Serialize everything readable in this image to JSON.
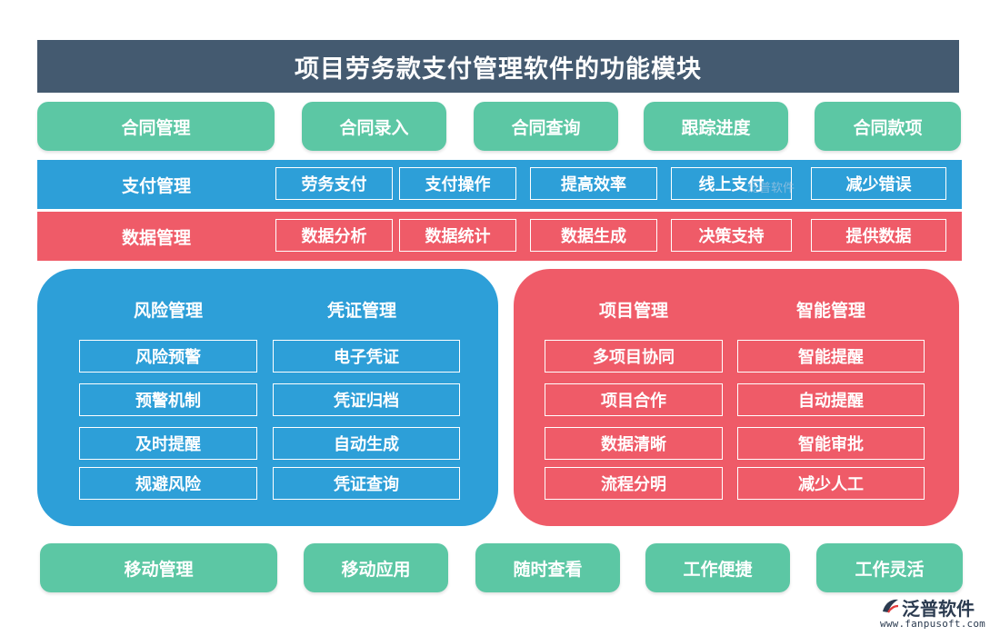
{
  "title": "项目劳务款支付管理软件的功能模块",
  "contract_row": [
    "合同管理",
    "合同录入",
    "合同查询",
    "跟踪进度",
    "合同款项"
  ],
  "payment": {
    "label": "支付管理",
    "items": [
      "劳务支付",
      "支付操作",
      "提高效率",
      "线上支付",
      "减少错误"
    ]
  },
  "data_mgmt": {
    "label": "数据管理",
    "items": [
      "数据分析",
      "数据统计",
      "数据生成",
      "决策支持",
      "提供数据"
    ]
  },
  "left_panel": {
    "col1": {
      "title": "风险管理",
      "items": [
        "风险预警",
        "预警机制",
        "及时提醒",
        "规避风险"
      ]
    },
    "col2": {
      "title": "凭证管理",
      "items": [
        "电子凭证",
        "凭证归档",
        "自动生成",
        "凭证查询"
      ]
    }
  },
  "right_panel": {
    "col1": {
      "title": "项目管理",
      "items": [
        "多项目协同",
        "项目合作",
        "数据清晰",
        "流程分明"
      ]
    },
    "col2": {
      "title": "智能管理",
      "items": [
        "智能提醒",
        "自动提醒",
        "智能审批",
        "减少人工"
      ]
    }
  },
  "mobile_row": [
    "移动管理",
    "移动应用",
    "随时查看",
    "工作便捷",
    "工作灵活"
  ],
  "watermark": "泛普软件",
  "logo": {
    "text": "泛普软件",
    "url": "www.fanpusoft.com"
  },
  "colors": {
    "title_bg": "#445a70",
    "green": "#5cc7a4",
    "blue": "#2d9fd8",
    "red": "#ef5b68"
  }
}
